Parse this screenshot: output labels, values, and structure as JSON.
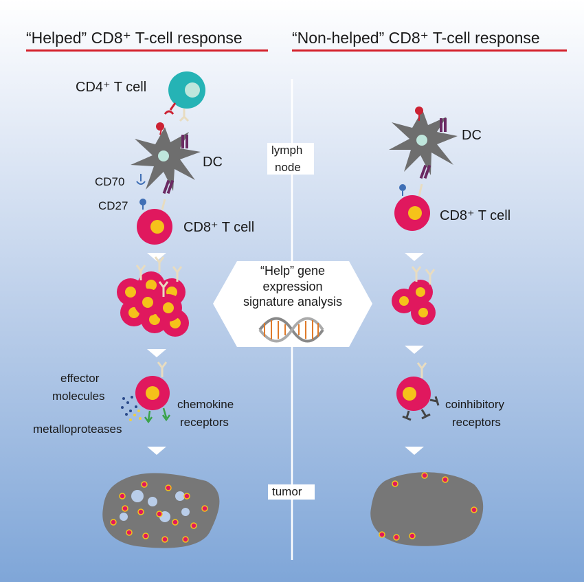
{
  "left_title": "“Helped” CD8⁺ T-cell response",
  "right_title": "“Non-helped” CD8⁺ T-cell response",
  "labels": {
    "cd4_tcell": "CD4⁺ T cell",
    "dc_left": "DC",
    "dc_right": "DC",
    "cd70": "CD70",
    "cd27": "CD27",
    "cd8_left": "CD8⁺ T cell",
    "cd8_right": "CD8⁺ T cell",
    "lymph": "lymph",
    "node": "node",
    "help_line1": "“Help” gene",
    "help_line2": "expression",
    "help_line3": "signature analysis",
    "effector_line1": "effector",
    "effector_line2": "molecules",
    "metallo": "metalloproteases",
    "chemokine_line1": "chemokine",
    "chemokine_line2": "receptors",
    "coinhib_line1": "coinhibitory",
    "coinhib_line2": "receptors",
    "tumor": "tumor"
  },
  "colors": {
    "title_underline": "#d4202a",
    "tcell": "#e0185e",
    "tcell_nucleus": "#f5c21a",
    "cd4": "#25b3b5",
    "dc": "#6e6e6e",
    "tumor": "#777777",
    "chemokine_arrow": "#3aa34a",
    "cd27": "#3f6fb5"
  }
}
